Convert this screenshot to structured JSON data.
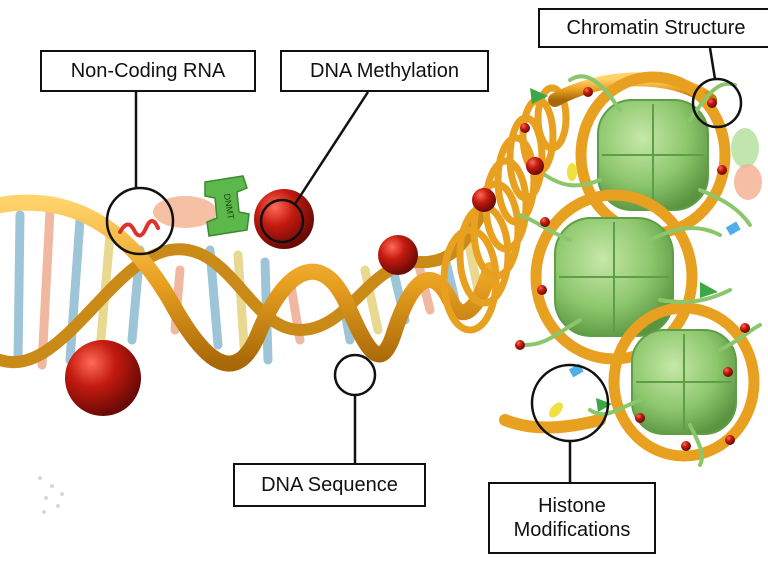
{
  "labels": {
    "non_coding_rna": "Non-Coding RNA",
    "dna_methylation": "DNA Methylation",
    "chromatin_structure": "Chromatin Structure",
    "dna_sequence": "DNA Sequence",
    "histone_modifications_line1": "Histone",
    "histone_modifications_line2": "Modifications",
    "dnmt_enzyme": "DNMT"
  },
  "colors": {
    "backbone": "#e8a020",
    "backbone_dark": "#b87410",
    "methyl_group": "#c0180e",
    "histone": "#8cc66b",
    "histone_dark": "#5f9e48",
    "enzyme": "#5cb84a",
    "rna": "#e0302a",
    "outline": "#111111"
  }
}
